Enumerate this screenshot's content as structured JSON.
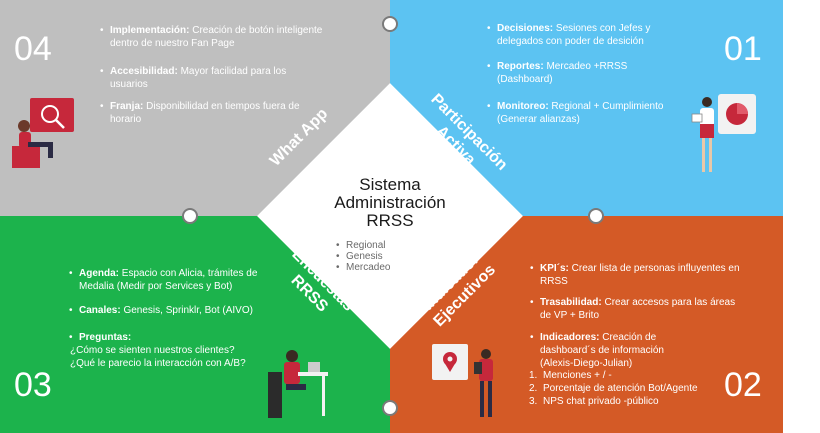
{
  "center": {
    "title_lines": [
      "Sistema",
      "Administración",
      "RRSS"
    ],
    "items": [
      "Regional",
      "Genesis",
      "Mercadeo"
    ]
  },
  "quadrants": {
    "top_left": {
      "number": "04",
      "label_lines": [
        "What App"
      ],
      "color": "#bfbfbf",
      "items": [
        {
          "label": "Implementación:",
          "text": " Creación de botón inteligente dentro de nuestro Fan Page"
        },
        {
          "label": "Accesibilidad:",
          "text": " Mayor facilidad para los usuarios"
        },
        {
          "label": "Franja:",
          "text": " Disponibilidad en tiempos fuera de horario"
        }
      ]
    },
    "top_right": {
      "number": "01",
      "label_lines": [
        "Participación",
        "Activa"
      ],
      "color": "#5cc3f2",
      "items": [
        {
          "label": "Decisiones:",
          "text": " Sesiones con Jefes y delegados con poder de desición"
        },
        {
          "label": "Reportes:",
          "text": " Mercadeo +RRSS (Dashboard)"
        },
        {
          "label": "Monitoreo:",
          "text": " Regional + Cumplimiento (Generar alianzas)"
        }
      ]
    },
    "bottom_left": {
      "number": "03",
      "label_lines": [
        "Encuestas",
        "RRSS"
      ],
      "color": "#1cb34c",
      "items": [
        {
          "label": "Agenda:",
          "text": "  Espacio con Alicia, trámites de Medalia (Medir por Services  y Bot)"
        },
        {
          "label": "Canales:",
          "text": " Genesis, Sprinklr, Bot (AIVO)"
        },
        {
          "label": "Preguntas:",
          "text": ""
        }
      ],
      "questions": [
        "¿Cómo se sienten nuestros clientes?",
        "¿Qué le parecio la interacción con A/B?"
      ]
    },
    "bottom_right": {
      "number": "02",
      "label_lines": [
        "Indicador",
        "Ejecutivos"
      ],
      "color": "#d45a26",
      "items": [
        {
          "label": "KPI´s:",
          "text": "  Crear lista de personas influyentes en RRSS"
        },
        {
          "label": "Trasabilidad:",
          "text": " Crear accesos para las áreas de VP + Brito"
        },
        {
          "label": "Indicadores:",
          "text": " Creación de dashboard´s de información (Alexis-Diego-Julian)"
        }
      ],
      "list": [
        {
          "n": "1.",
          "text": "Menciones + / -"
        },
        {
          "n": "2.",
          "text": "Porcentaje de atención Bot/Agente"
        },
        {
          "n": "3.",
          "text": "NPS chat privado -público"
        }
      ]
    }
  }
}
